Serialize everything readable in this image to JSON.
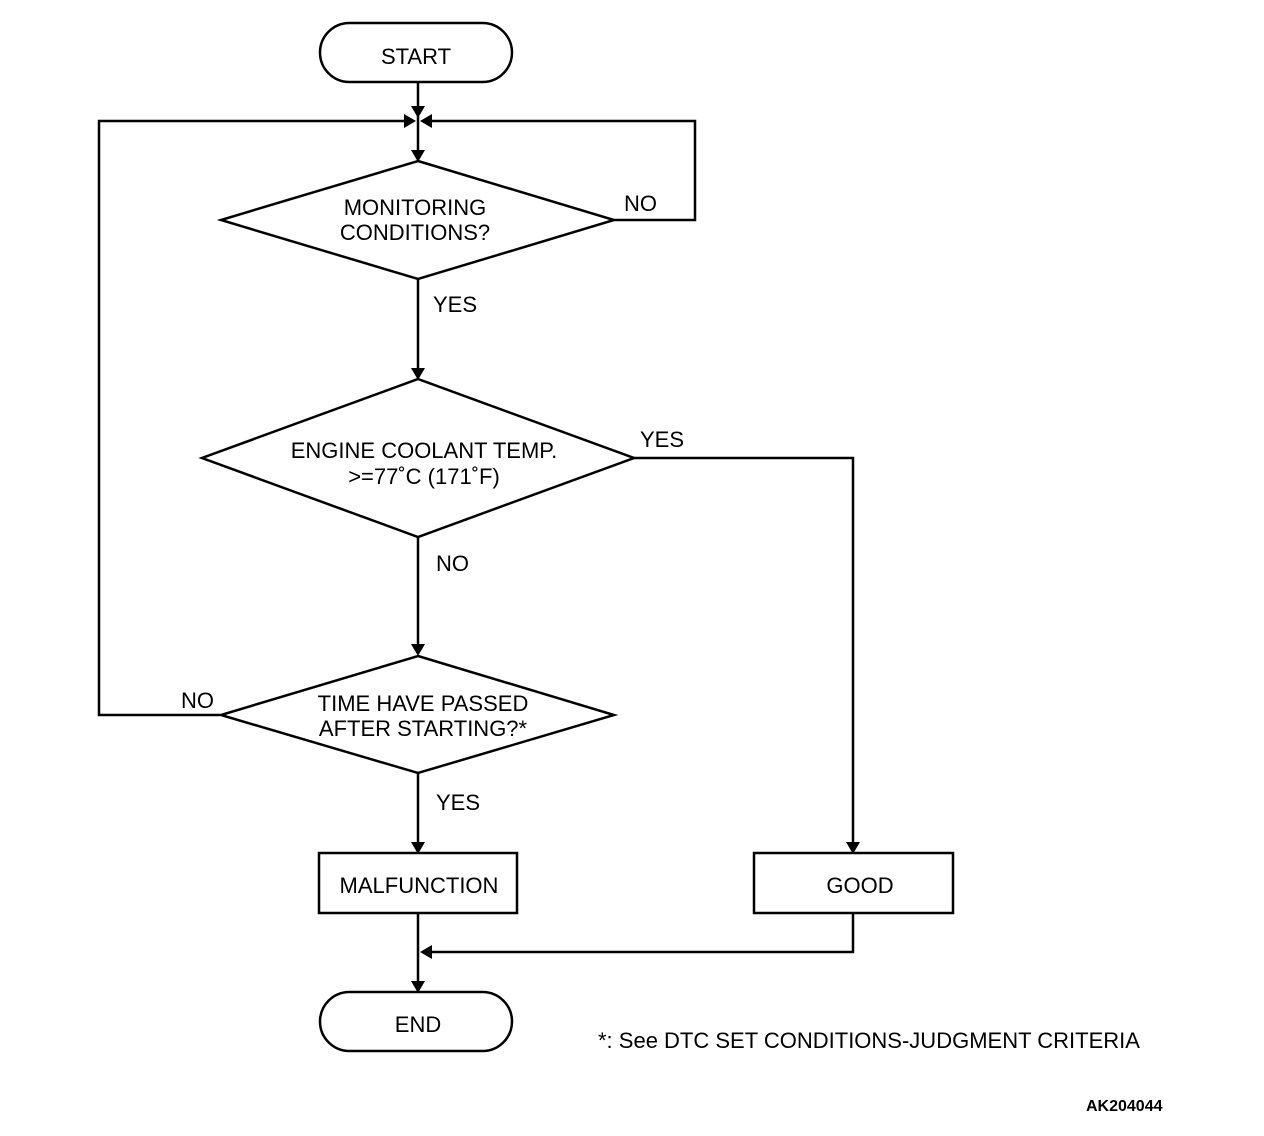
{
  "nodes": {
    "start": "START",
    "monitoring": [
      "MONITORING",
      "CONDITIONS?"
    ],
    "coolant": [
      "ENGINE COOLANT TEMP.",
      ">=77˚C (171˚F)"
    ],
    "time_passed": [
      "TIME HAVE PASSED",
      "AFTER STARTING?*"
    ],
    "malfunction": "MALFUNCTION",
    "good": "GOOD",
    "end": "END"
  },
  "edges": {
    "monitoring_no": "NO",
    "monitoring_yes": "YES",
    "coolant_yes": "YES",
    "coolant_no": "NO",
    "time_no": "NO",
    "time_yes": "YES"
  },
  "footnote": "*: See DTC SET CONDITIONS-JUDGMENT CRITERIA",
  "figure_code": "AK204044"
}
